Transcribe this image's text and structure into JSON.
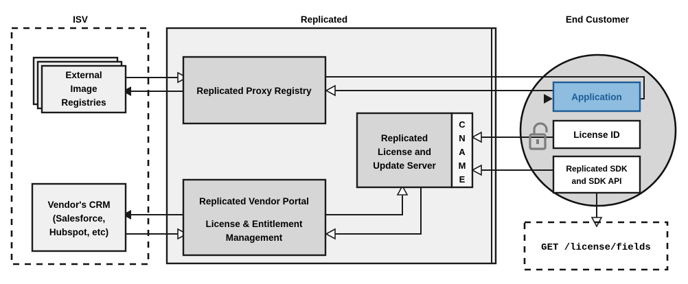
{
  "diagram": {
    "title_bar": {
      "isv": "ISV",
      "replicated": "Replicated",
      "end_customer": "End Customer"
    },
    "zones": [
      {
        "id": "isv",
        "label": "ISV",
        "style": "dashed"
      },
      {
        "id": "replicated",
        "label": "Replicated",
        "style": "filled"
      },
      {
        "id": "end-customer",
        "label": "End Customer",
        "style": "circle"
      }
    ],
    "nodes": {
      "external_image_registries": {
        "lines": [
          "External",
          "Image",
          "Registries"
        ],
        "zone": "isv",
        "shape": "stacked-box",
        "fill": "#f0f0f0"
      },
      "vendors_crm": {
        "lines": [
          "Vendor's CRM",
          "(Salesforce,",
          "Hubspot, etc)"
        ],
        "zone": "isv",
        "shape": "box",
        "fill": "#f0f0f0"
      },
      "proxy_registry": {
        "lines": [
          "Replicated Proxy Registry"
        ],
        "zone": "replicated",
        "shape": "box",
        "fill": "#d6d6d6"
      },
      "license_update_server": {
        "lines": [
          "Replicated",
          "License and",
          "Update Server"
        ],
        "zone": "replicated",
        "shape": "box",
        "fill": "#d6d6d6"
      },
      "cname": {
        "letters": [
          "C",
          "N",
          "A",
          "M",
          "E"
        ],
        "zone": "replicated",
        "shape": "tab",
        "fill": "#f7f7f7"
      },
      "vendor_portal": {
        "lines": [
          "Replicated Vendor Portal",
          "License & Entitlement",
          "Management"
        ],
        "zone": "replicated",
        "shape": "box",
        "fill": "#d6d6d6"
      },
      "application": {
        "lines": [
          "Application"
        ],
        "zone": "end-customer",
        "shape": "box",
        "fill": "#8FBDDF",
        "border": "#1B5C96",
        "text_color": "#1B5C96"
      },
      "license_id": {
        "lines": [
          "License ID"
        ],
        "zone": "end-customer",
        "shape": "box",
        "fill": "#ffffff"
      },
      "replicated_sdk": {
        "lines": [
          "Replicated SDK",
          "and SDK API"
        ],
        "zone": "end-customer",
        "shape": "box",
        "fill": "#ffffff"
      },
      "license_fields_request": {
        "lines": [
          "GET /license/fields"
        ],
        "zone": "end-customer",
        "shape": "dashed-box",
        "font": "mono"
      },
      "unlock": {
        "icon": "unlock-icon",
        "zone": "end-customer",
        "color": "#7d7d7d"
      }
    },
    "colors": {
      "zone_fill": "#f0f0f0",
      "node_fill_dark": "#d6d6d6",
      "node_fill_light": "#f0f0f0",
      "circle_fill": "#d6d6d6",
      "accent_blue": "#8FBDDF",
      "accent_blue_border": "#1B5C96",
      "stroke": "#1a1a1a",
      "lock_gray": "#7d7d7d"
    },
    "edges": [
      {
        "from": "external_image_registries",
        "to": "proxy_registry",
        "direction": "forward"
      },
      {
        "from": "proxy_registry",
        "to": "external_image_registries",
        "direction": "forward"
      },
      {
        "from": "proxy_registry",
        "to": "application",
        "direction": "forward"
      },
      {
        "from": "application",
        "to": "proxy_registry",
        "direction": "forward"
      },
      {
        "from": "license_id",
        "to": "cname",
        "direction": "forward"
      },
      {
        "from": "replicated_sdk",
        "to": "cname",
        "direction": "forward"
      },
      {
        "from": "vendor_portal",
        "to": "vendors_crm",
        "direction": "forward"
      },
      {
        "from": "vendors_crm",
        "to": "vendor_portal",
        "direction": "forward"
      },
      {
        "from": "vendor_portal",
        "to": "license_update_server",
        "direction": "forward"
      },
      {
        "from": "license_update_server",
        "to": "vendor_portal",
        "direction": "forward"
      },
      {
        "from": "replicated_sdk",
        "to": "license_fields_request",
        "direction": "forward"
      }
    ]
  }
}
